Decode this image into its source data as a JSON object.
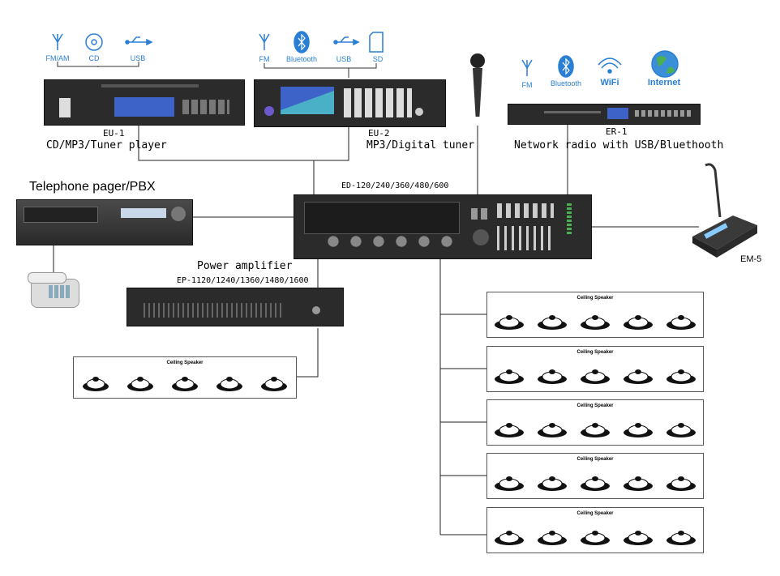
{
  "devices": {
    "eu1": {
      "model": "EU-1",
      "desc": "CD/MP3/Tuner player",
      "sources": [
        "FM/AM",
        "CD",
        "USB"
      ]
    },
    "eu2": {
      "model": "EU-2",
      "desc": "MP3/Digital tuner",
      "sources": [
        "FM",
        "Bluetooth",
        "USB",
        "SD"
      ]
    },
    "er1": {
      "model": "ER-1",
      "desc": "Network radio with USB/Bluethooth",
      "sources": [
        "FM",
        "Bluetooth",
        "WiFi",
        "Internet"
      ]
    },
    "telephone": {
      "desc": "Telephone pager/PBX"
    },
    "mixer": {
      "model": "ED-120/240/360/480/600"
    },
    "em5": {
      "model": "EM-5"
    },
    "amp": {
      "desc": "Power amplifier",
      "model": "EP-1120/1240/1360/1480/1600"
    }
  },
  "speaker_group_title": "Ceiling Speaker",
  "icons": {
    "antenna": "antenna-icon",
    "cd": "cd-icon",
    "usb": "usb-icon",
    "bluetooth": "bluetooth-icon",
    "sd": "sd-card-icon",
    "wifi": "wifi-icon",
    "internet": "globe-icon"
  },
  "colors": {
    "accent": "#2a7fd4",
    "device": "#2b2b2b",
    "screen": "#3d63c8"
  }
}
